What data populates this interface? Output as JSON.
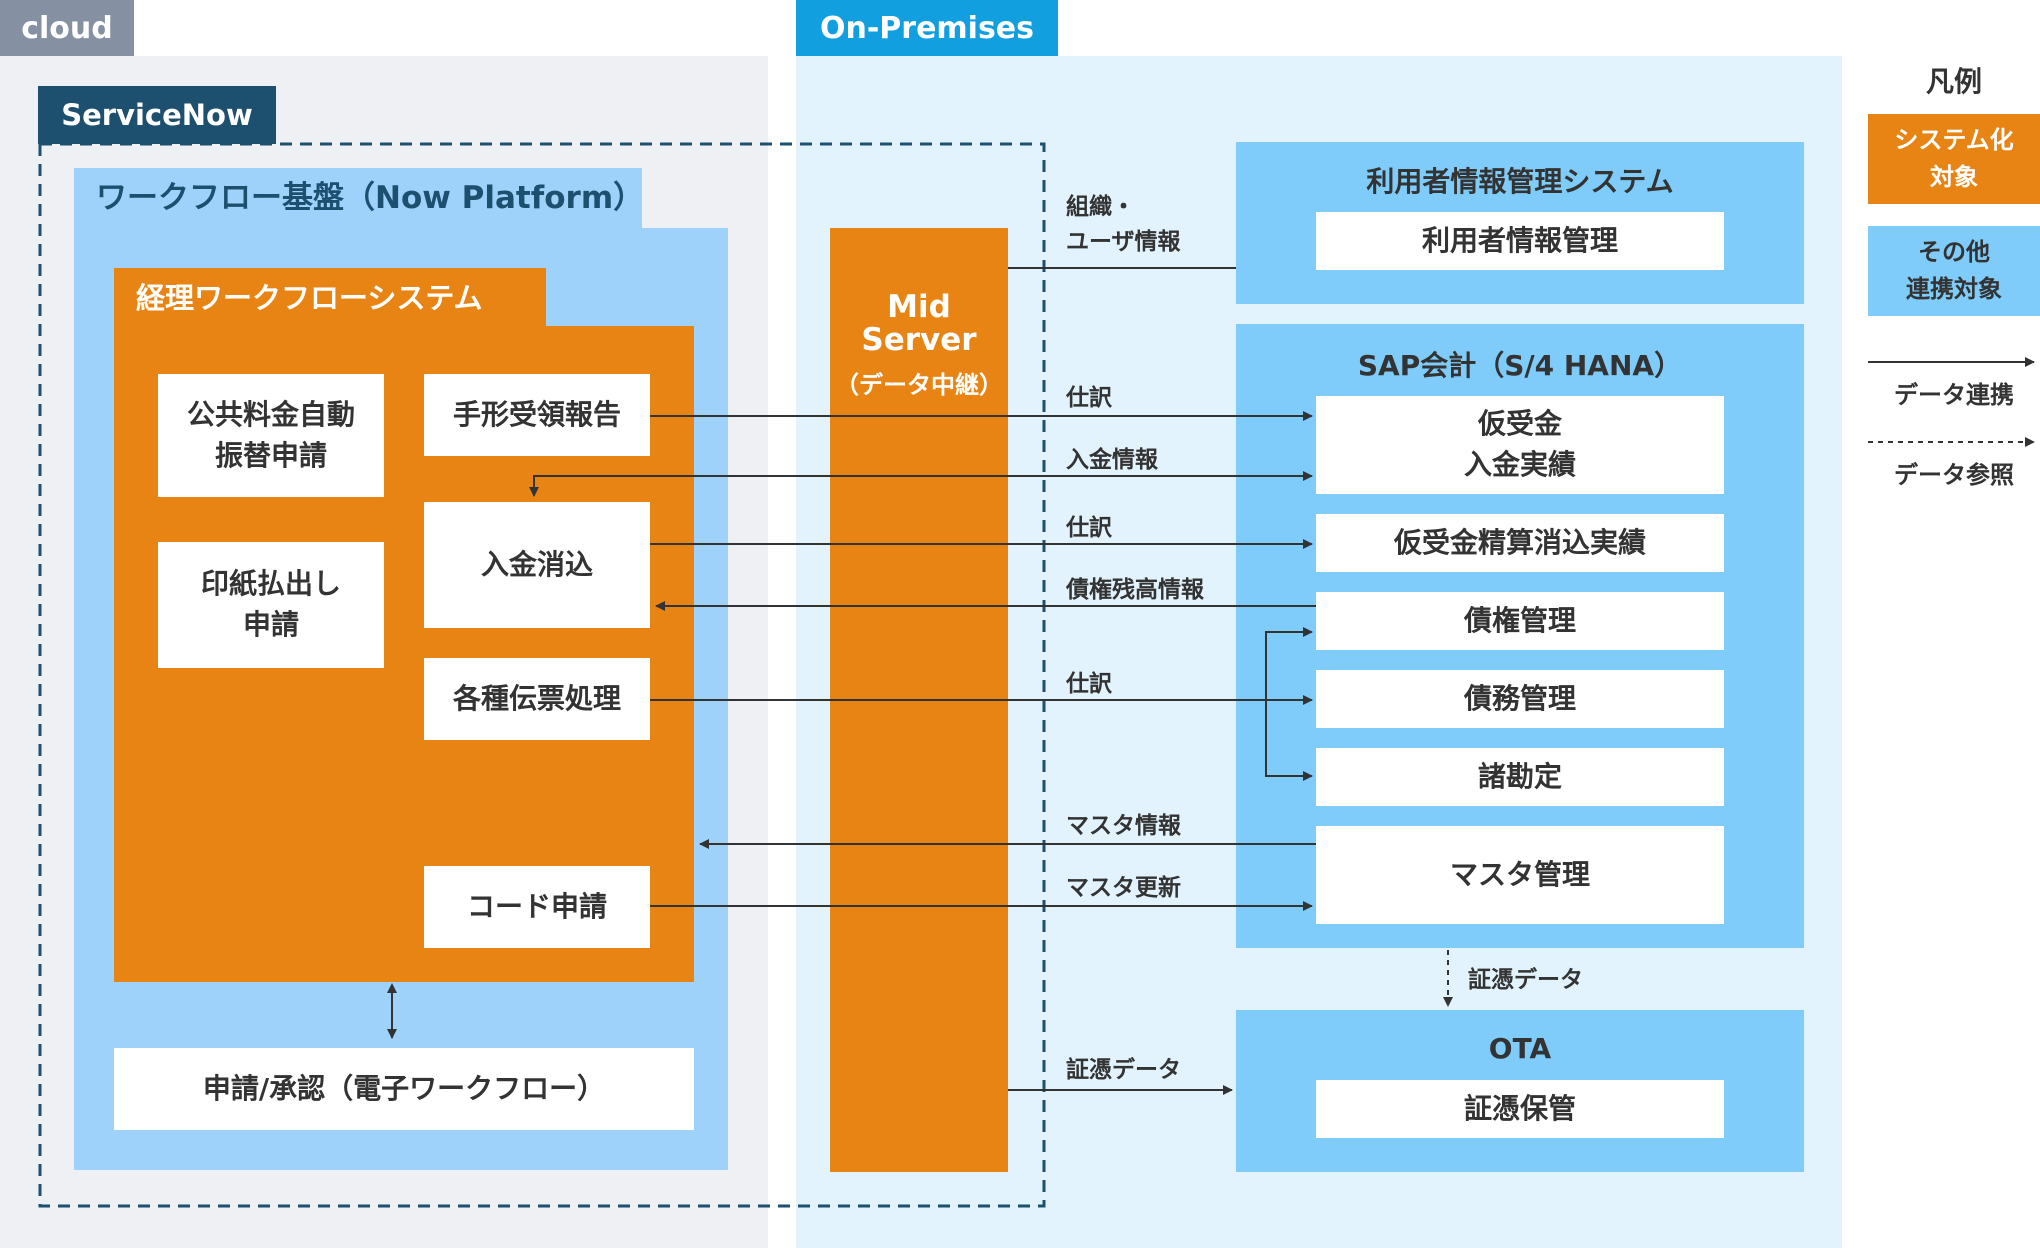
{
  "regions": {
    "cloud": "cloud",
    "on_premises": "On-Premises",
    "servicenow": "ServiceNow",
    "now_platform": "ワークフロー基盤（Now Platform）",
    "accounting_workflow": "経理ワークフローシステム"
  },
  "workflow_items": {
    "utility_transfer": "公共料金自動\n振替申請",
    "bill_receipt": "手形受領報告",
    "payment_reconcile": "入金消込",
    "stamp_request": "印紙払出し\n申請",
    "voucher_processing": "各種伝票処理",
    "code_request": "コード申請",
    "approval": "申請/承認（電子ワークフロー）"
  },
  "mid_server": {
    "title": "Mid\nServer",
    "subtitle": "（データ中継）"
  },
  "systems": {
    "user_mgmt_title": "利用者情報管理システム",
    "user_mgmt_item": "利用者情報管理",
    "sap_title": "SAP会計（S/4 HANA）",
    "sap_items": {
      "suspense": "仮受金\n入金実績",
      "suspense_settlement": "仮受金精算消込実績",
      "receivables": "債権管理",
      "payables": "債務管理",
      "other_accounts": "諸勘定",
      "master": "マスタ管理"
    },
    "ota_title": "OTA",
    "ota_item": "証憑保管"
  },
  "flows": {
    "org_user": "組織・\nユーザ情報",
    "journal1": "仕訳",
    "deposit_info": "入金情報",
    "journal2": "仕訳",
    "receivable_balance": "債権残高情報",
    "journal3": "仕訳",
    "master_info": "マスタ情報",
    "master_update": "マスタ更新",
    "evidence_ota": "証憑データ",
    "evidence_mid": "証憑データ"
  },
  "legend": {
    "title": "凡例",
    "target": "システム化\n対象",
    "other": "その他\n連携対象",
    "data_link": "データ連携",
    "data_ref": "データ参照"
  },
  "colors": {
    "orange": "#E88414",
    "light_blue": "#9ED2FA",
    "sky_blue": "#7FCCFA",
    "navy": "#1D4F6F",
    "gray_tab": "#8590A3",
    "cloud_bg": "#EEF0F4",
    "onprem_bg": "#E2F3FD",
    "onprem_tab": "#129FE0"
  }
}
